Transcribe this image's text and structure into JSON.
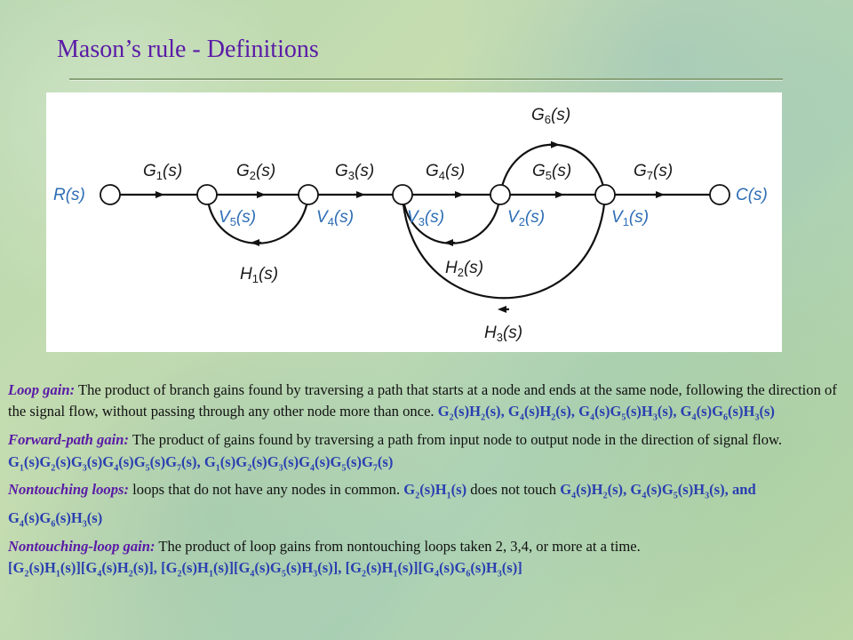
{
  "title": "Mason’s rule - Definitions",
  "diagram": {
    "input_label": "R(s)",
    "output_label": "C(s)",
    "branches": [
      {
        "name": "G",
        "sub": "1",
        "arg": "(s)"
      },
      {
        "name": "G",
        "sub": "2",
        "arg": "(s)"
      },
      {
        "name": "G",
        "sub": "3",
        "arg": "(s)"
      },
      {
        "name": "G",
        "sub": "4",
        "arg": "(s)"
      },
      {
        "name": "G",
        "sub": "5",
        "arg": "(s)"
      },
      {
        "name": "G",
        "sub": "7",
        "arg": "(s)"
      },
      {
        "name": "G",
        "sub": "6",
        "arg": "(s)"
      }
    ],
    "feedbacks": [
      {
        "name": "H",
        "sub": "1",
        "arg": "(s)"
      },
      {
        "name": "H",
        "sub": "2",
        "arg": "(s)"
      },
      {
        "name": "H",
        "sub": "3",
        "arg": "(s)"
      }
    ],
    "nodes": [
      {
        "name": "V",
        "sub": "5",
        "arg": "(s)"
      },
      {
        "name": "V",
        "sub": "4",
        "arg": "(s)"
      },
      {
        "name": "V",
        "sub": "3",
        "arg": "(s)"
      },
      {
        "name": "V",
        "sub": "2",
        "arg": "(s)"
      },
      {
        "name": "V",
        "sub": "1",
        "arg": "(s)"
      }
    ]
  },
  "definitions": {
    "loop_gain": {
      "term": "Loop gain:",
      "text": " The product of branch gains found by traversing a path that starts at a node and ends at the same node, following the direction of the signal flow, without passing through any other node more than once. ",
      "examples": [
        "G<sub>2</sub>(s)H<sub>2</sub>(s),",
        "G<sub>4</sub>(s)H<sub>2</sub>(s),",
        "G<sub>4</sub>(s)G<sub>5</sub>(s)H<sub>3</sub>(s),",
        "G<sub>4</sub>(s)G<sub>6</sub>(s)H<sub>3</sub>(s)"
      ]
    },
    "forward_path_gain": {
      "term": "Forward-path gain:",
      "text": " The product of gains found by traversing a path from input node to output node in the direction of signal flow. ",
      "examples": [
        "G<sub>1</sub>(s)G<sub>2</sub>(s)G<sub>3</sub>(s)G<sub>4</sub>(s)G<sub>5</sub>(s)G<sub>7</sub>(s),",
        "G<sub>1</sub>(s)G<sub>2</sub>(s)G<sub>3</sub>(s)G<sub>4</sub>(s)G<sub>5</sub>(s)G<sub>7</sub>(s)"
      ]
    },
    "nontouching_loops": {
      "term": "Nontouching loops:",
      "text": " loops that do not have any nodes in common. ",
      "example_a": "G<sub>2</sub>(s)H<sub>1</sub>(s)",
      "mid_text": " does not touch ",
      "examples": [
        "G<sub>4</sub>(s)H<sub>2</sub>(s),",
        "G<sub>4</sub>(s)G<sub>5</sub>(s)H<sub>3</sub>(s),",
        "and G<sub>4</sub>(s)G<sub>6</sub>(s)H<sub>3</sub>(s)"
      ]
    },
    "nontouching_loop_gain": {
      "term": "Nontouching-loop gain:",
      "text": " The product of loop gains from nontouching loops taken 2, 3,4, or more at a time.",
      "examples": [
        "[G<sub>2</sub>(s)H<sub>1</sub>(s)][G<sub>4</sub>(s)H<sub>2</sub>(s)],",
        "[G<sub>2</sub>(s)H<sub>1</sub>(s)][G<sub>4</sub>(s)G<sub>5</sub>(s)H<sub>3</sub>(s)],",
        "[G<sub>2</sub>(s)H<sub>1</sub>(s)][G<sub>4</sub>(s)G<sub>6</sub>(s)H<sub>3</sub>(s)]"
      ]
    }
  }
}
